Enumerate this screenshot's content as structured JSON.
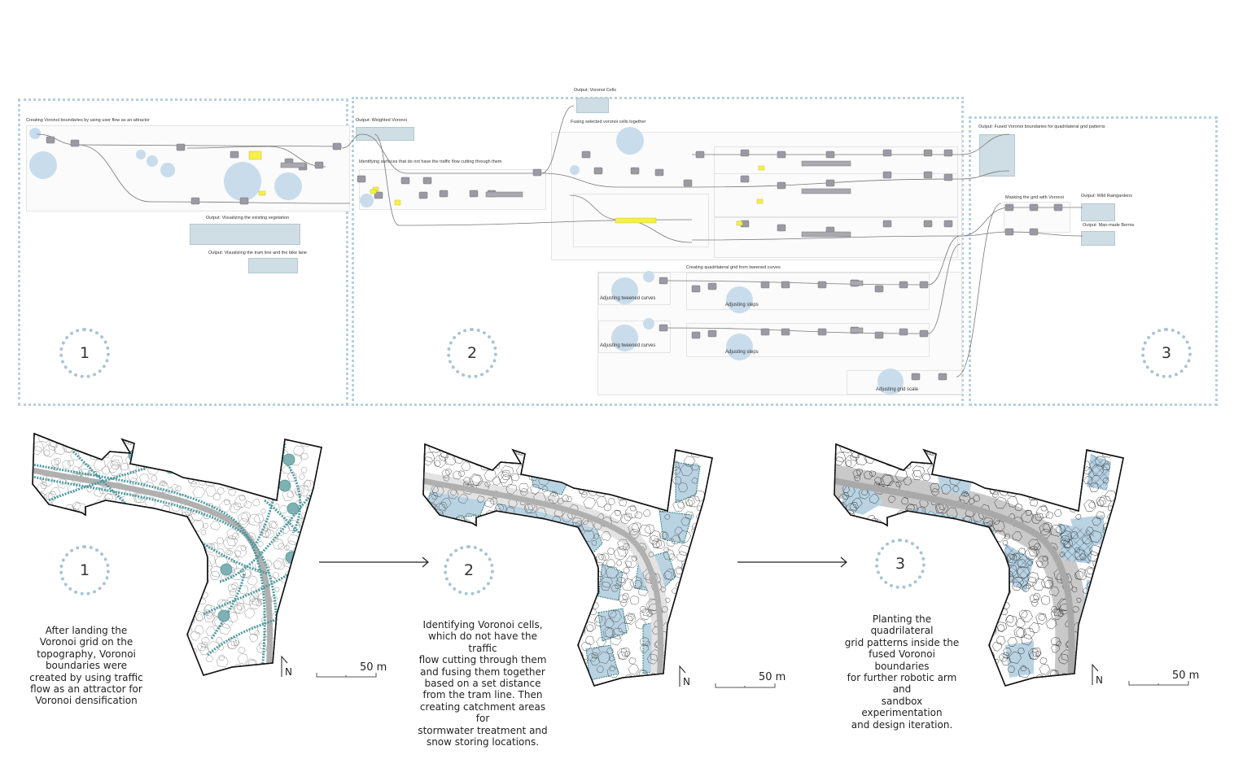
{
  "workflow": {
    "panels": [
      {
        "number": "1"
      },
      {
        "number": "2"
      },
      {
        "number": "3"
      }
    ],
    "groups": {
      "voronoi_attractor": "Creating Voronoi boundaries by using user flow as an attractor",
      "output_vegetation": "Output: Visualizing the existing vegetation",
      "output_tram_bike": "Output: Visualizing the tram line and the bike lane",
      "output_weighted_voronoi": "Output: Weighted Voronoi",
      "identifying_surfaces": "Identifying surfaces that do not have the traffic flow cutting through them",
      "output_voronoi_cells": "Output: Voronoi Cells",
      "fusing_cells": "Fusing selected voronoi cells together",
      "quad_grid": "Creating quadrilateral grid from tweened curves",
      "adjusting_tweened_1": "Adjusting tweened curves",
      "adjusting_steps_1": "Adjusting steps",
      "adjusting_tweened_2": "Adjusting tweened curves",
      "adjusting_steps_2": "Adjusting steps",
      "adjusting_grid_scale": "Adjusting grid scale",
      "output_fused": "Output: Fused Voronoi boundaries for quadrilateral grid patterns",
      "masking_grid": "Masking the grid with Voronoi",
      "output_wild_raingardens": "Output: Wild Raingardens",
      "output_manmade_berms": "Output: Man-made Berms"
    }
  },
  "stages": [
    {
      "number": "1",
      "description": "After landing the\nVoronoi grid on the\ntopography, Voronoi\nboundaries were\ncreated by using traffic\nflow as an attractor for\nVoronoi densification",
      "north": "N",
      "scale": "50 m"
    },
    {
      "number": "2",
      "description": "Identifying Voronoi cells,\nwhich do not have the traffic\nflow cutting through them\nand fusing them together\nbased on a set distance\nfrom the tram line. Then\ncreating catchment areas for\nstormwater treatment and\nsnow storing locations.",
      "north": "N",
      "scale": "50 m"
    },
    {
      "number": "3",
      "description": "Planting the quadrilateral\ngrid patterns inside the\nfused Voronoi boundaries\nfor further robotic arm and\nsandbox experimentation\nand design iteration.",
      "north": "N",
      "scale": "50 m"
    }
  ],
  "colors": {
    "panel_border": "#b7cfe0",
    "bubble": "#c8dcec",
    "teal": "#4e9a9e",
    "catchment": "#b9d3e3",
    "tram": "#b0b0b0",
    "node": "#9b9aa4",
    "panel_yellow": "#f6ef4a"
  }
}
